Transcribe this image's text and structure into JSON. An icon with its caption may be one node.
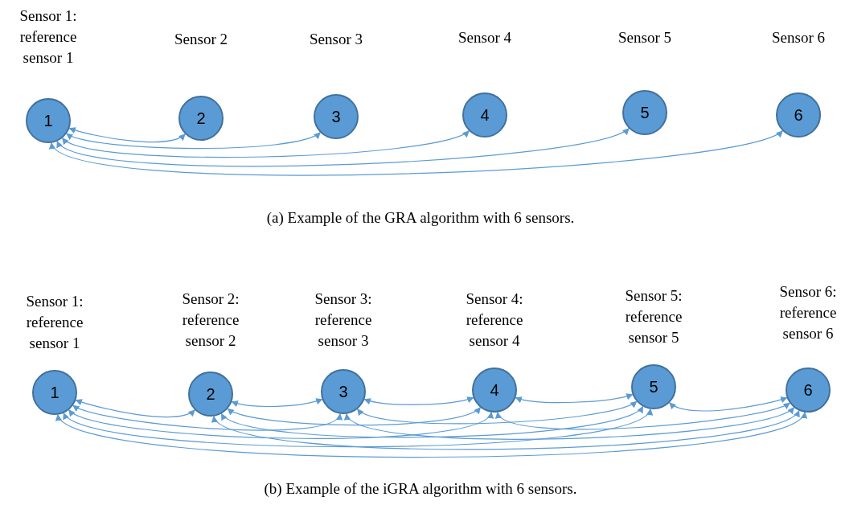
{
  "diagram": {
    "nodes": [
      {
        "text": [
          "1"
        ],
        "beside": [
          "Sensor 1: reference sensor 1"
        ]
      },
      {
        "text": [
          "2"
        ],
        "beside": [
          "Sensor 2"
        ]
      },
      {
        "text": [
          "3"
        ],
        "beside": [
          "Sensor 3"
        ]
      },
      {
        "text": [
          "4"
        ],
        "beside": [
          "Sensor 4"
        ]
      },
      {
        "text": [
          "5"
        ],
        "beside": [
          "Sensor 5"
        ]
      },
      {
        "text": [
          "6"
        ],
        "beside": [
          "Sensor 6"
        ]
      },
      {
        "text": [
          "1"
        ],
        "beside": [
          "Sensor 1: reference sensor 1"
        ]
      },
      {
        "text": [
          "2"
        ],
        "beside": [
          "Sensor 2: reference sensor 2"
        ]
      },
      {
        "text": [
          "3"
        ],
        "beside": [
          "Sensor 3: reference sensor 3"
        ]
      },
      {
        "text": [
          "4"
        ],
        "beside": [
          "Sensor 4: reference sensor 4"
        ]
      },
      {
        "text": [
          "5"
        ],
        "beside": [
          "Sensor 5: reference sensor 5"
        ]
      },
      {
        "text": [
          "6"
        ],
        "beside": [
          "Sensor 6: reference sensor 6"
        ]
      }
    ],
    "edges": [
      {
        "from": 0,
        "to": 1,
        "arrow": "both"
      },
      {
        "from": 0,
        "to": 2,
        "arrow": "both"
      },
      {
        "from": 0,
        "to": 3,
        "arrow": "both"
      },
      {
        "from": 0,
        "to": 4,
        "arrow": "both"
      },
      {
        "from": 0,
        "to": 5,
        "arrow": "both"
      },
      {
        "from": 6,
        "to": 7,
        "arrow": "both"
      },
      {
        "from": 6,
        "to": 8,
        "arrow": "both"
      },
      {
        "from": 6,
        "to": 9,
        "arrow": "both"
      },
      {
        "from": 6,
        "to": 10,
        "arrow": "both"
      },
      {
        "from": 6,
        "to": 11,
        "arrow": "both"
      },
      {
        "from": 7,
        "to": 8,
        "arrow": "both"
      },
      {
        "from": 7,
        "to": 9,
        "arrow": "both"
      },
      {
        "from": 7,
        "to": 10,
        "arrow": "both"
      },
      {
        "from": 7,
        "to": 11,
        "arrow": "both"
      },
      {
        "from": 8,
        "to": 9,
        "arrow": "both"
      },
      {
        "from": 8,
        "to": 10,
        "arrow": "both"
      },
      {
        "from": 8,
        "to": 11,
        "arrow": "both"
      },
      {
        "from": 9,
        "to": 10,
        "arrow": "both"
      },
      {
        "from": 9,
        "to": 11,
        "arrow": "both"
      },
      {
        "from": 10,
        "to": 11,
        "arrow": "both"
      }
    ],
    "labels": [
      "(a) Example of the GRA algorithm with 6 sensors.",
      "(b) Example of the iGRA algorithm with 6 sensors."
    ]
  }
}
